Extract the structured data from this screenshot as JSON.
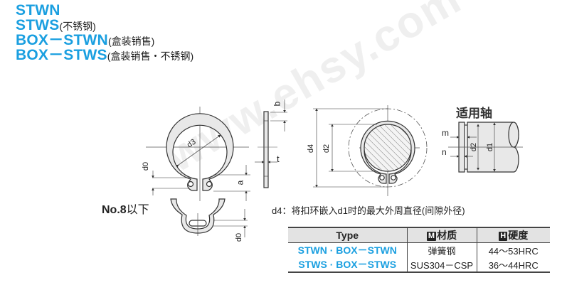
{
  "title": {
    "lines": [
      {
        "code": "STWN",
        "note": ""
      },
      {
        "code": "STWS",
        "note": "(不锈钢)"
      },
      {
        "code": "BOX－STWN",
        "note": "(盒装销售)"
      },
      {
        "code": "BOX－STWS",
        "note": "(盒装销售・不锈钢)"
      }
    ]
  },
  "drawing": {
    "ring_labels": {
      "d3": "d3",
      "d0": "d0",
      "a": "a"
    },
    "side_labels": {
      "b": "b",
      "t": "t"
    },
    "mounted_labels": {
      "d4": "d4",
      "d2": "d2"
    },
    "shaft": {
      "title": "适用轴",
      "m": "m",
      "n": "n",
      "d2": "d2",
      "d1": "d1"
    },
    "small_ring": {
      "title_bold": "No.8",
      "title_cn": "以下",
      "d0": "d0"
    }
  },
  "note": "d4：将扣环嵌入d1时的最大外周直径(间隙外径)",
  "watermark": "www.ehsy.com",
  "table": {
    "headers": {
      "type": "Type",
      "material_badge": "M",
      "material": "材质",
      "hardness_badge": "H",
      "hardness": "硬度"
    },
    "rows": [
      {
        "type": "STWN · BOX－STWN",
        "material": "弹簧钢",
        "hardness": "44～53HRC"
      },
      {
        "type": "STWS · BOX－STWS",
        "material": "SUS304－CSP",
        "hardness": "36～44HRC"
      }
    ]
  },
  "colors": {
    "brand": "#1a9fe0",
    "header_bg": "#e3e3e3",
    "ring_fill": "#e8e8e8"
  }
}
